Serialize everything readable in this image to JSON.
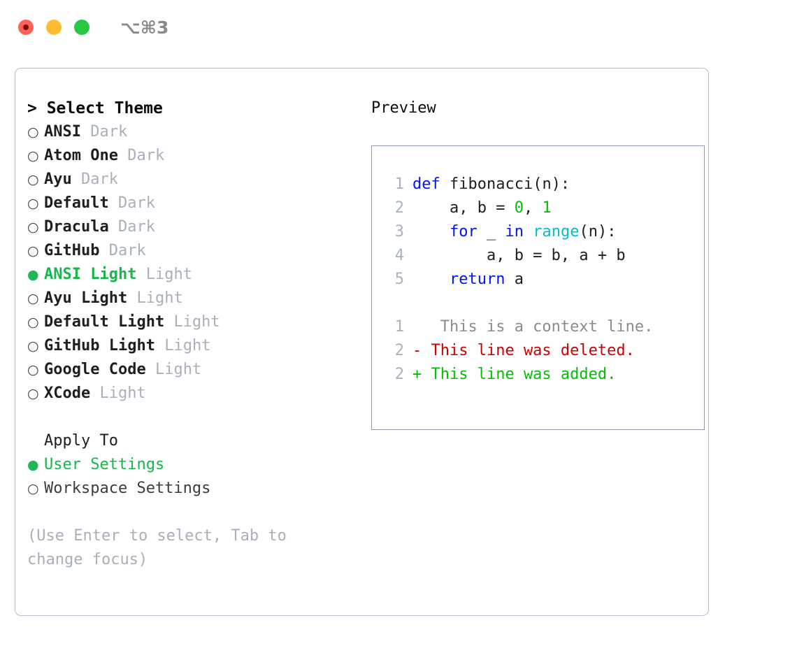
{
  "titlebar": {
    "shortcut": "⌥⌘3",
    "buttons": [
      {
        "name": "close",
        "color": "#ff6159"
      },
      {
        "name": "minimize",
        "color": "#ffbd2e"
      },
      {
        "name": "maximize",
        "color": "#28c840"
      }
    ]
  },
  "theme_list": {
    "header": "> Select Theme",
    "caret": ">",
    "bullet_unselected": "○",
    "bullet_selected": "●",
    "items": [
      {
        "name": "ANSI",
        "kind": "Dark",
        "selected": false
      },
      {
        "name": "Atom One",
        "kind": "Dark",
        "selected": false
      },
      {
        "name": "Ayu",
        "kind": "Dark",
        "selected": false
      },
      {
        "name": "Default",
        "kind": "Dark",
        "selected": false
      },
      {
        "name": "Dracula",
        "kind": "Dark",
        "selected": false
      },
      {
        "name": "GitHub",
        "kind": "Dark",
        "selected": false
      },
      {
        "name": "ANSI Light",
        "kind": "Light",
        "selected": true
      },
      {
        "name": "Ayu Light",
        "kind": "Light",
        "selected": false
      },
      {
        "name": "Default Light",
        "kind": "Light",
        "selected": false
      },
      {
        "name": "GitHub Light",
        "kind": "Light",
        "selected": false
      },
      {
        "name": "Google Code",
        "kind": "Light",
        "selected": false
      },
      {
        "name": "XCode",
        "kind": "Light",
        "selected": false
      }
    ]
  },
  "apply_to": {
    "header": "Apply To",
    "options": [
      {
        "label": "User Settings",
        "selected": true
      },
      {
        "label": "Workspace Settings",
        "selected": false
      }
    ]
  },
  "hint": "(Use Enter to select, Tab to change focus)",
  "preview": {
    "title": "Preview",
    "code_lines": [
      {
        "no": "1",
        "tokens": [
          {
            "t": "def",
            "c": "kw"
          },
          {
            "t": " fibonacci(n):",
            "c": "txt"
          }
        ]
      },
      {
        "no": "2",
        "tokens": [
          {
            "t": "    a, b = ",
            "c": "txt"
          },
          {
            "t": "0",
            "c": "num"
          },
          {
            "t": ", ",
            "c": "txt"
          },
          {
            "t": "1",
            "c": "num"
          }
        ]
      },
      {
        "no": "3",
        "tokens": [
          {
            "t": "    ",
            "c": "txt"
          },
          {
            "t": "for",
            "c": "kw"
          },
          {
            "t": " _ ",
            "c": "txt"
          },
          {
            "t": "in",
            "c": "kw"
          },
          {
            "t": " ",
            "c": "txt"
          },
          {
            "t": "range",
            "c": "fn"
          },
          {
            "t": "(n):",
            "c": "txt"
          }
        ]
      },
      {
        "no": "4",
        "tokens": [
          {
            "t": "        a, b = b, a + b",
            "c": "txt"
          }
        ]
      },
      {
        "no": "5",
        "tokens": [
          {
            "t": "    ",
            "c": "txt"
          },
          {
            "t": "return",
            "c": "kw"
          },
          {
            "t": " a",
            "c": "txt"
          }
        ]
      }
    ],
    "diff_lines": [
      {
        "no": "1",
        "marker": " ",
        "text": "  This is a context line.",
        "kind": "ctx"
      },
      {
        "no": "2",
        "marker": "-",
        "text": " This line was deleted.",
        "kind": "del"
      },
      {
        "no": "2",
        "marker": "+",
        "text": " This line was added.",
        "kind": "add"
      }
    ]
  },
  "colors": {
    "accent_green": "#17b84a",
    "muted": "#a9b0bb",
    "keyword": "#0013ff",
    "function": "#00bcd4",
    "number": "#00c000",
    "diff_deleted": "#cc0000",
    "diff_added": "#00c000",
    "panel_border": "#b7bfcb",
    "preview_border": "#8f9bab"
  }
}
